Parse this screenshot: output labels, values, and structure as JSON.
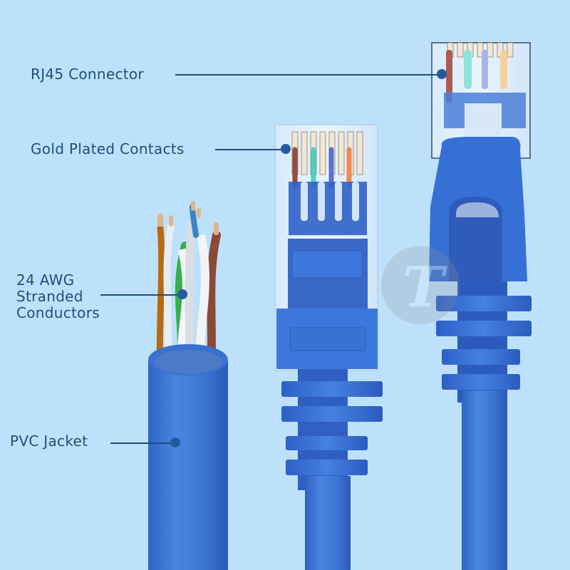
{
  "background_color": "#bde1fa",
  "callouts": [
    {
      "id": "rj45",
      "text": "RJ45 Connector"
    },
    {
      "id": "gold",
      "text": "Gold Plated Contacts"
    },
    {
      "id": "awg_line1",
      "text": "24 AWG"
    },
    {
      "id": "awg_line2",
      "text": "Stranded"
    },
    {
      "id": "awg_line3",
      "text": "Conductors"
    },
    {
      "id": "pvc",
      "text": "PVC Jacket"
    }
  ],
  "colors": {
    "label_text": "#1f4f7c",
    "cable_blue": "#3f78d6",
    "cable_blue_dark": "#2a58b8",
    "wire_green": "#35b04a",
    "wire_orange": "#b86a12",
    "wire_brown": "#8a4a35",
    "wire_blue": "#3a83c6",
    "wire_white": "#eef2f6"
  },
  "watermark": {
    "glyph": "T"
  }
}
